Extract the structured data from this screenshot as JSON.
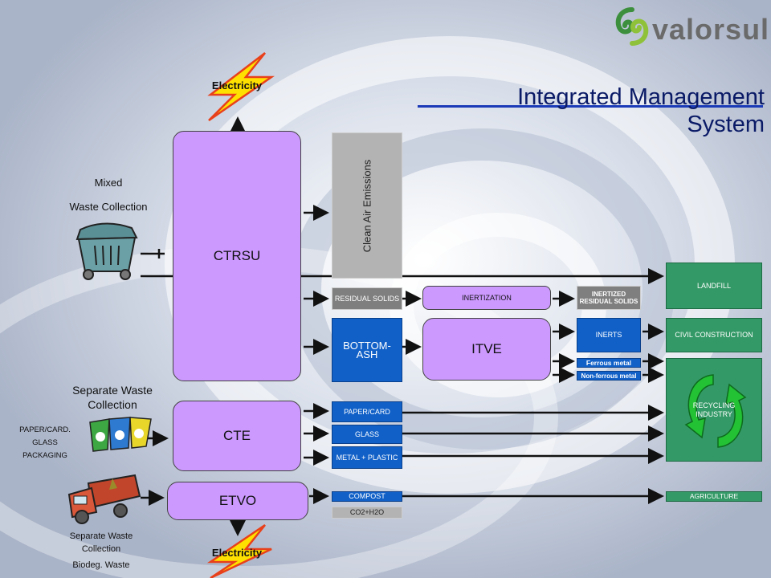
{
  "title": "Integrated Management System",
  "title_line1": "Integrated Management",
  "title_line2": "System",
  "logo_text": "valorsul",
  "electricity_top": "Electricity",
  "electricity_bottom": "Electricity",
  "mixed_line1": "Mixed",
  "mixed_line2": "Waste Collection",
  "separate_line1": "Separate Waste",
  "separate_line2": "Collection",
  "sep_items": [
    "PAPER/CARD.",
    "GLASS",
    "PACKAGING"
  ],
  "biodeg_line1": "Separate Waste",
  "biodeg_line2": "Collection",
  "biodeg_line3": "Biodeg. Waste",
  "ctrsu": "CTRSU",
  "cte": "CTE",
  "etvo": "ETVO",
  "itve": "ITVE",
  "clean_air": "Clean Air Emissions",
  "residual_solids": "RESIDUAL SOLIDS",
  "bottom_ash": "BOTTOM-ASH",
  "inertization": "INERTIZATION",
  "inertized_residual": "INERTIZED RESIDUAL SOLIDS",
  "inerts": "INERTS",
  "ferrous": "Ferrous metal",
  "nonferrous": "Non-ferrous metal",
  "landfill": "LANDFILL",
  "civil": "CIVIL CONSTRUCTION",
  "recycling": "RECYCLING INDUSTRY",
  "paper_card": "PAPER/CARD",
  "glass": "GLASS",
  "metal_plastic": "METAL + PLASTIC",
  "compost": "COMPOST",
  "co2": "CO2+H2O",
  "agriculture": "AGRICULTURE",
  "colors": {
    "purple": "#cc99ff",
    "blue": "#1060c8",
    "green": "#339966",
    "gray": "#7f7f7f",
    "title": "#0a1a66"
  }
}
